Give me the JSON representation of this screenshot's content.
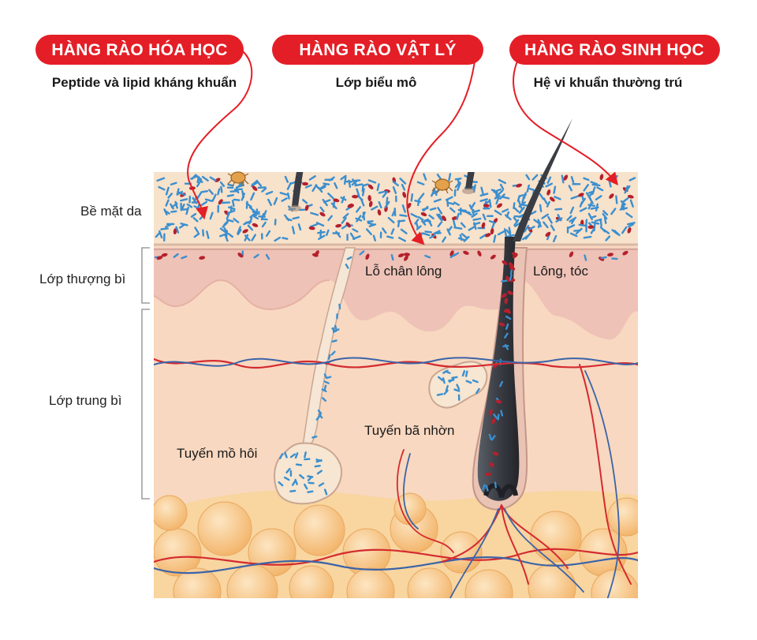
{
  "barriers": [
    {
      "title": "HÀNG RÀO HÓA HỌC",
      "subtitle": "Peptide và lipid kháng khuẩn"
    },
    {
      "title": "HÀNG RÀO VẬT LÝ",
      "subtitle": "Lớp biểu mô"
    },
    {
      "title": "HÀNG RÀO SINH HỌC",
      "subtitle": "Hệ vi khuẩn thường trú"
    }
  ],
  "layers": {
    "surface": "Bề mặt da",
    "epidermis": "Lớp thượng bì",
    "dermis": "Lớp trung bì"
  },
  "structures": {
    "pore": "Lỗ chân lông",
    "hair": "Lông, tóc",
    "sebaceous": "Tuyến bã nhờn",
    "sweat": "Tuyến mồ hôi"
  },
  "colors": {
    "accent_red": "#e41e26",
    "surface": "#f7e2cb",
    "epidermis": "#eec2b6",
    "dermis": "#f8d8c0",
    "fat": "#f6c98e",
    "bacteria_blue": "#3a8fcf",
    "bacteria_red": "#b5202c",
    "hair": "#2f3238",
    "vein_blue": "#3b63a8"
  }
}
